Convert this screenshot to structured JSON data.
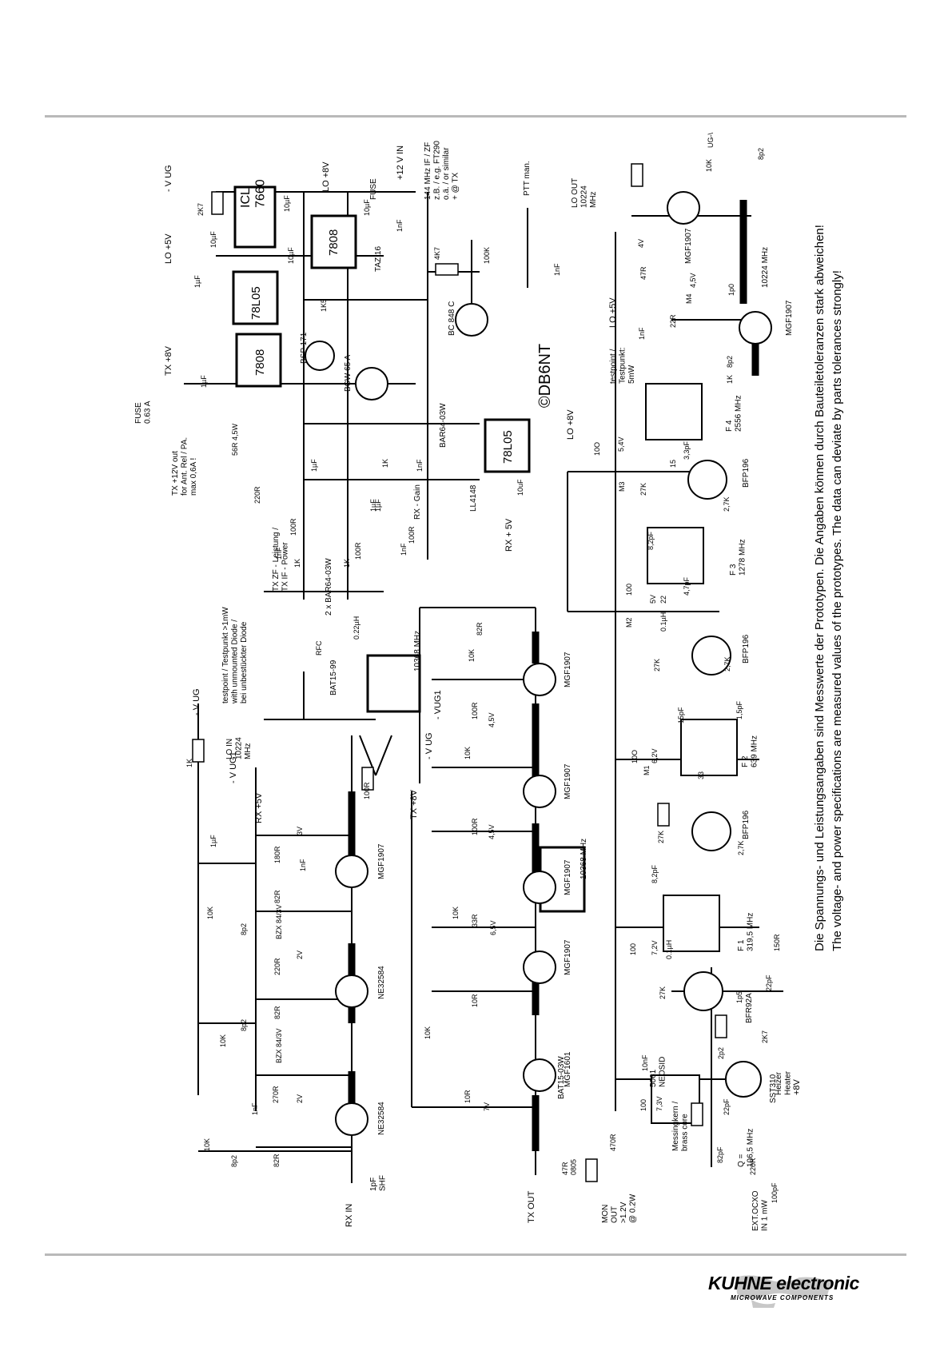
{
  "footer": {
    "logo_main": "KUHNE electronic",
    "logo_sub": "MICROWAVE COMPONENTS"
  },
  "notes": {
    "german": "Die Spannungs- und Leistungsangaben sind Messwerte der Prototypen. Die Angaben können durch Bauteiletoleranzen stark abweichen!",
    "english": "The voltage- and power specifications are measured values of the prototypes. The data can deviate by parts tolerances strongly!"
  },
  "copyright": "©DB6NT",
  "ics": [
    {
      "id": "u1",
      "label": "ICL\n7660"
    },
    {
      "id": "u2",
      "label": "78L05"
    },
    {
      "id": "u3",
      "label": "7808"
    },
    {
      "id": "u4",
      "label": "7808"
    },
    {
      "id": "u5",
      "label": "78L05"
    }
  ],
  "rails": [
    {
      "id": "neg_vug",
      "label": "- V UG"
    },
    {
      "id": "lo8",
      "label": "LO +8V"
    },
    {
      "id": "lo5a",
      "label": "LO +5V"
    },
    {
      "id": "tx8a",
      "label": "TX +8V"
    },
    {
      "id": "rx5",
      "label": "RX +5V"
    },
    {
      "id": "rx5b",
      "label": "RX + 5V"
    },
    {
      "id": "tx8b",
      "label": "TX +8V"
    },
    {
      "id": "lo5b",
      "label": "LO +5V"
    },
    {
      "id": "lo8b",
      "label": "LO +8V"
    },
    {
      "id": "neg_vug1",
      "label": "- V UG1"
    },
    {
      "id": "neg_vug1b",
      "label": "- VUG1"
    },
    {
      "id": "neg_vug2",
      "label": "- V UG"
    },
    {
      "id": "neg_vug3",
      "label": "- V UG"
    },
    {
      "id": "v12",
      "label": "+12 V IN"
    },
    {
      "id": "heater",
      "label": "+8V"
    }
  ],
  "labels": [
    {
      "id": "if",
      "lines": [
        "144 MHz IF / ZF",
        "z.B. / e.g. FT290",
        "o.ä. / or similar",
        "+ @ TX"
      ]
    },
    {
      "id": "ptt",
      "lines": [
        "PTT man."
      ]
    },
    {
      "id": "fuse1",
      "lines": [
        "FUSE"
      ]
    },
    {
      "id": "fuse2",
      "lines": [
        "FUSE",
        "0.63 A"
      ]
    },
    {
      "id": "txrel",
      "lines": [
        "TX +12V out",
        "for Ant. Rel / PA.",
        "max 0,6A !"
      ]
    },
    {
      "id": "txzf",
      "lines": [
        "TX ZF - Leistung /",
        "TX IF - Power"
      ]
    },
    {
      "id": "rxgain",
      "lines": [
        "RX - Gain"
      ]
    },
    {
      "id": "tp1",
      "lines": [
        "testpoint / Testpunkt >1mW",
        "with unmounted Diode /",
        "bei unbestückter Diode"
      ]
    },
    {
      "id": "loin",
      "lines": [
        "LO IN",
        "10224",
        "MHz"
      ]
    },
    {
      "id": "loout",
      "lines": [
        "LO OUT",
        "10224",
        "MHz"
      ]
    },
    {
      "id": "tp2",
      "lines": [
        "testpoint /",
        "Testpunkt:",
        "5mW"
      ]
    },
    {
      "id": "f1",
      "lines": [
        "F 1",
        "319,5 MHz"
      ]
    },
    {
      "id": "f2",
      "lines": [
        "F 2",
        "639 MHz"
      ]
    },
    {
      "id": "f3",
      "lines": [
        "F 3",
        "1278 MHz"
      ]
    },
    {
      "id": "f4",
      "lines": [
        "F 4",
        "2556 MHz"
      ]
    },
    {
      "id": "f10224",
      "lines": [
        "10224 MHz"
      ]
    },
    {
      "id": "filt10368a",
      "lines": [
        "10368 MHz"
      ]
    },
    {
      "id": "filt10368b",
      "lines": [
        "10368 MHz"
      ]
    },
    {
      "id": "rxin",
      "lines": [
        "RX IN"
      ]
    },
    {
      "id": "txout",
      "lines": [
        "TX OUT"
      ]
    },
    {
      "id": "mon",
      "lines": [
        "MON",
        "OUT",
        ">1.2V",
        "@ 0.2W"
      ]
    },
    {
      "id": "extocxo",
      "lines": [
        "EXT.OCXO",
        "IN 1 mW"
      ]
    },
    {
      "id": "xtal",
      "lines": [
        "Q =",
        "106,5 MHz"
      ]
    },
    {
      "id": "brass",
      "lines": [
        "Messingkern /",
        "brass core"
      ]
    },
    {
      "id": "neosid",
      "lines": [
        "5061",
        "NEOSID"
      ]
    },
    {
      "id": "heat",
      "lines": [
        "Heizer",
        "Heater"
      ]
    },
    {
      "id": "shf",
      "lines": [
        "1pF",
        "SHF"
      ]
    },
    {
      "id": "bat1599",
      "lines": [
        "BAT15-99"
      ]
    },
    {
      "id": "bar64",
      "lines": [
        "2 x BAR64-03W"
      ]
    },
    {
      "id": "bar64b",
      "lines": [
        "BAR64-03W"
      ]
    },
    {
      "id": "bat1503",
      "lines": [
        "BAT15-03W"
      ]
    },
    {
      "id": "ll4148",
      "lines": [
        "LL4148"
      ]
    },
    {
      "id": "taz16",
      "lines": [
        "TAZ 16"
      ]
    },
    {
      "id": "bc848",
      "lines": [
        "BC 848 C"
      ]
    },
    {
      "id": "bsp171",
      "lines": [
        "BSP 171"
      ]
    },
    {
      "id": "bcw65",
      "lines": [
        "BCW 65 A"
      ]
    }
  ],
  "parts": [
    {
      "id": "q1",
      "lines": [
        "MGF1907"
      ]
    },
    {
      "id": "q2",
      "lines": [
        "NE32584"
      ]
    },
    {
      "id": "q3",
      "lines": [
        "NE32584"
      ]
    },
    {
      "id": "q4",
      "lines": [
        "MGF1907"
      ]
    },
    {
      "id": "q5",
      "lines": [
        "MGF1907"
      ]
    },
    {
      "id": "q6",
      "lines": [
        "MGF1907"
      ]
    },
    {
      "id": "q7",
      "lines": [
        "MGF1907"
      ]
    },
    {
      "id": "q8",
      "lines": [
        "MGF1601"
      ]
    },
    {
      "id": "q9",
      "lines": [
        "BFP196"
      ]
    },
    {
      "id": "q10",
      "lines": [
        "BFP196"
      ]
    },
    {
      "id": "q11",
      "lines": [
        "BFP196"
      ]
    },
    {
      "id": "q12",
      "lines": [
        "BFR92A"
      ]
    },
    {
      "id": "q13",
      "lines": [
        "SST310"
      ]
    },
    {
      "id": "q14",
      "lines": [
        "MGF1907"
      ]
    },
    {
      "id": "q15",
      "lines": [
        "MGF1907"
      ]
    }
  ],
  "values": [
    {
      "id": "v1",
      "lines": [
        "1K"
      ]
    },
    {
      "id": "v2",
      "lines": [
        "1µF"
      ]
    },
    {
      "id": "v3",
      "lines": [
        "10K"
      ]
    },
    {
      "id": "v4",
      "lines": [
        "8p2"
      ]
    },
    {
      "id": "v5",
      "lines": [
        "10K"
      ]
    },
    {
      "id": "v6",
      "lines": [
        "8p2"
      ]
    },
    {
      "id": "v7",
      "lines": [
        "10K"
      ]
    },
    {
      "id": "v8",
      "lines": [
        "8p2"
      ]
    },
    {
      "id": "v9",
      "lines": [
        "82R"
      ]
    },
    {
      "id": "v10",
      "lines": [
        "1nF"
      ]
    },
    {
      "id": "v11",
      "lines": [
        "270R"
      ]
    },
    {
      "id": "v12",
      "lines": [
        "BZX 84/3V"
      ]
    },
    {
      "id": "v13",
      "lines": [
        "2V"
      ]
    },
    {
      "id": "v14",
      "lines": [
        "82R"
      ]
    },
    {
      "id": "v15",
      "lines": [
        "220R"
      ]
    },
    {
      "id": "v16",
      "lines": [
        "BZX 84/3V"
      ]
    },
    {
      "id": "v17",
      "lines": [
        "2V"
      ]
    },
    {
      "id": "v18",
      "lines": [
        "82R"
      ]
    },
    {
      "id": "v19",
      "lines": [
        "180R"
      ]
    },
    {
      "id": "v20",
      "lines": [
        "3V"
      ]
    },
    {
      "id": "v21",
      "lines": [
        "1nF"
      ]
    },
    {
      "id": "v22",
      "lines": [
        "100R"
      ]
    },
    {
      "id": "v23",
      "lines": [
        "10R"
      ]
    },
    {
      "id": "v24",
      "lines": [
        "7V"
      ]
    },
    {
      "id": "v25",
      "lines": [
        "10R"
      ]
    },
    {
      "id": "v26",
      "lines": [
        "33R"
      ]
    },
    {
      "id": "v27",
      "lines": [
        "6,5V"
      ]
    },
    {
      "id": "v28",
      "lines": [
        "100R"
      ]
    },
    {
      "id": "v29",
      "lines": [
        "4,5V"
      ]
    },
    {
      "id": "v30",
      "lines": [
        "100R"
      ]
    },
    {
      "id": "v31",
      "lines": [
        "4,5V"
      ]
    },
    {
      "id": "v32",
      "lines": [
        "82R"
      ]
    },
    {
      "id": "v33",
      "lines": [
        "10K"
      ]
    },
    {
      "id": "v34",
      "lines": [
        "10K"
      ]
    },
    {
      "id": "v35",
      "lines": [
        "10K"
      ]
    },
    {
      "id": "v36",
      "lines": [
        "10K"
      ]
    },
    {
      "id": "v37",
      "lines": [
        "47R",
        "0805"
      ]
    },
    {
      "id": "v38",
      "lines": [
        "470R"
      ]
    },
    {
      "id": "v39",
      "lines": [
        "100"
      ]
    },
    {
      "id": "v40",
      "lines": [
        "10nF"
      ]
    },
    {
      "id": "v41",
      "lines": [
        "7,3V"
      ]
    },
    {
      "id": "v42",
      "lines": [
        "2p2"
      ]
    },
    {
      "id": "v43",
      "lines": [
        "22pF"
      ]
    },
    {
      "id": "v44",
      "lines": [
        "82pF"
      ]
    },
    {
      "id": "v45",
      "lines": [
        "220R"
      ]
    },
    {
      "id": "v46",
      "lines": [
        "100pF"
      ]
    },
    {
      "id": "v47",
      "lines": [
        "27K"
      ]
    },
    {
      "id": "v48",
      "lines": [
        "2K7"
      ]
    },
    {
      "id": "v49",
      "lines": [
        "1p5"
      ]
    },
    {
      "id": "v50",
      "lines": [
        "22pF"
      ]
    },
    {
      "id": "v51",
      "lines": [
        "150R"
      ]
    },
    {
      "id": "v52",
      "lines": [
        "0.1µH"
      ]
    },
    {
      "id": "v53",
      "lines": [
        "100"
      ]
    },
    {
      "id": "v54",
      "lines": [
        "7,2V"
      ]
    },
    {
      "id": "v55",
      "lines": [
        "8,2pF"
      ]
    },
    {
      "id": "v56",
      "lines": [
        "27K"
      ]
    },
    {
      "id": "v57",
      "lines": [
        "33"
      ]
    },
    {
      "id": "v58",
      "lines": [
        "2,7K"
      ]
    },
    {
      "id": "v59",
      "lines": [
        "10O"
      ]
    },
    {
      "id": "v60",
      "lines": [
        "6,2V"
      ]
    },
    {
      "id": "v61",
      "lines": [
        "15pF"
      ]
    },
    {
      "id": "v62",
      "lines": [
        "1,5pF"
      ]
    },
    {
      "id": "v63",
      "lines": [
        "27K"
      ]
    },
    {
      "id": "v64",
      "lines": [
        "2,7K"
      ]
    },
    {
      "id": "v65",
      "lines": [
        "22"
      ]
    },
    {
      "id": "v66",
      "lines": [
        "0.1µH"
      ]
    },
    {
      "id": "v67",
      "lines": [
        "100"
      ]
    },
    {
      "id": "v68",
      "lines": [
        "5V"
      ]
    },
    {
      "id": "v69",
      "lines": [
        "4,7pF"
      ]
    },
    {
      "id": "v70",
      "lines": [
        "8,2pF"
      ]
    },
    {
      "id": "v71",
      "lines": [
        "27K"
      ]
    },
    {
      "id": "v72",
      "lines": [
        "2,7K"
      ]
    },
    {
      "id": "v73",
      "lines": [
        "10O"
      ]
    },
    {
      "id": "v74",
      "lines": [
        "5,4V"
      ]
    },
    {
      "id": "v75",
      "lines": [
        "15"
      ]
    },
    {
      "id": "v76",
      "lines": [
        "3,3pF"
      ]
    },
    {
      "id": "v77",
      "lines": [
        "1K"
      ]
    },
    {
      "id": "v78",
      "lines": [
        "8p2"
      ]
    },
    {
      "id": "v79",
      "lines": [
        "1nF"
      ]
    },
    {
      "id": "v80",
      "lines": [
        "22R"
      ]
    },
    {
      "id": "v81",
      "lines": [
        "4,5V"
      ]
    },
    {
      "id": "v82",
      "lines": [
        "1p0"
      ]
    },
    {
      "id": "v83",
      "lines": [
        "47R"
      ]
    },
    {
      "id": "v84",
      "lines": [
        "4V"
      ]
    },
    {
      "id": "v85",
      "lines": [
        "10K"
      ]
    },
    {
      "id": "v86",
      "lines": [
        "8p2"
      ]
    },
    {
      "id": "v87",
      "lines": [
        "UG-\\"
      ]
    },
    {
      "id": "v88",
      "lines": [
        "100R"
      ]
    },
    {
      "id": "v89",
      "lines": [
        "1K"
      ]
    },
    {
      "id": "v90",
      "lines": [
        "1K"
      ]
    },
    {
      "id": "v91",
      "lines": [
        "100R"
      ]
    },
    {
      "id": "v92",
      "lines": [
        "220R"
      ]
    },
    {
      "id": "v93",
      "lines": [
        "56R  4,5W"
      ]
    },
    {
      "id": "v94",
      "lines": [
        "1µF"
      ]
    },
    {
      "id": "v95",
      "lines": [
        "1K"
      ]
    },
    {
      "id": "v96",
      "lines": [
        "4K7"
      ]
    },
    {
      "id": "v97",
      "lines": [
        "100K"
      ]
    },
    {
      "id": "v98",
      "lines": [
        "1K5"
      ]
    },
    {
      "id": "v99",
      "lines": [
        "2K7"
      ]
    },
    {
      "id": "v100",
      "lines": [
        "10µF"
      ]
    },
    {
      "id": "v101",
      "lines": [
        "10µF"
      ]
    },
    {
      "id": "v102",
      "lines": [
        "10µF"
      ]
    },
    {
      "id": "v103",
      "lines": [
        "10µF"
      ]
    },
    {
      "id": "v104",
      "lines": [
        "1nF"
      ]
    },
    {
      "id": "v105",
      "lines": [
        "1µF"
      ]
    },
    {
      "id": "v106",
      "lines": [
        "1µF"
      ]
    },
    {
      "id": "v107",
      "lines": [
        "1µF"
      ]
    },
    {
      "id": "v108",
      "lines": [
        "1nF"
      ]
    },
    {
      "id": "v109",
      "lines": [
        "0.22µH"
      ]
    },
    {
      "id": "v110",
      "lines": [
        "100R"
      ]
    },
    {
      "id": "v111",
      "lines": [
        "1nF"
      ]
    },
    {
      "id": "v112",
      "lines": [
        "1nF"
      ]
    },
    {
      "id": "v113",
      "lines": [
        "RFC"
      ]
    },
    {
      "id": "v114",
      "lines": [
        "M1"
      ]
    },
    {
      "id": "v115",
      "lines": [
        "M2"
      ]
    },
    {
      "id": "v116",
      "lines": [
        "M3"
      ]
    },
    {
      "id": "v117",
      "lines": [
        "M4"
      ]
    },
    {
      "id": "v118",
      "lines": [
        "10uF"
      ]
    },
    {
      "id": "v119",
      "lines": [
        "1µF"
      ]
    },
    {
      "id": "v120",
      "lines": [
        "1nF"
      ]
    }
  ]
}
